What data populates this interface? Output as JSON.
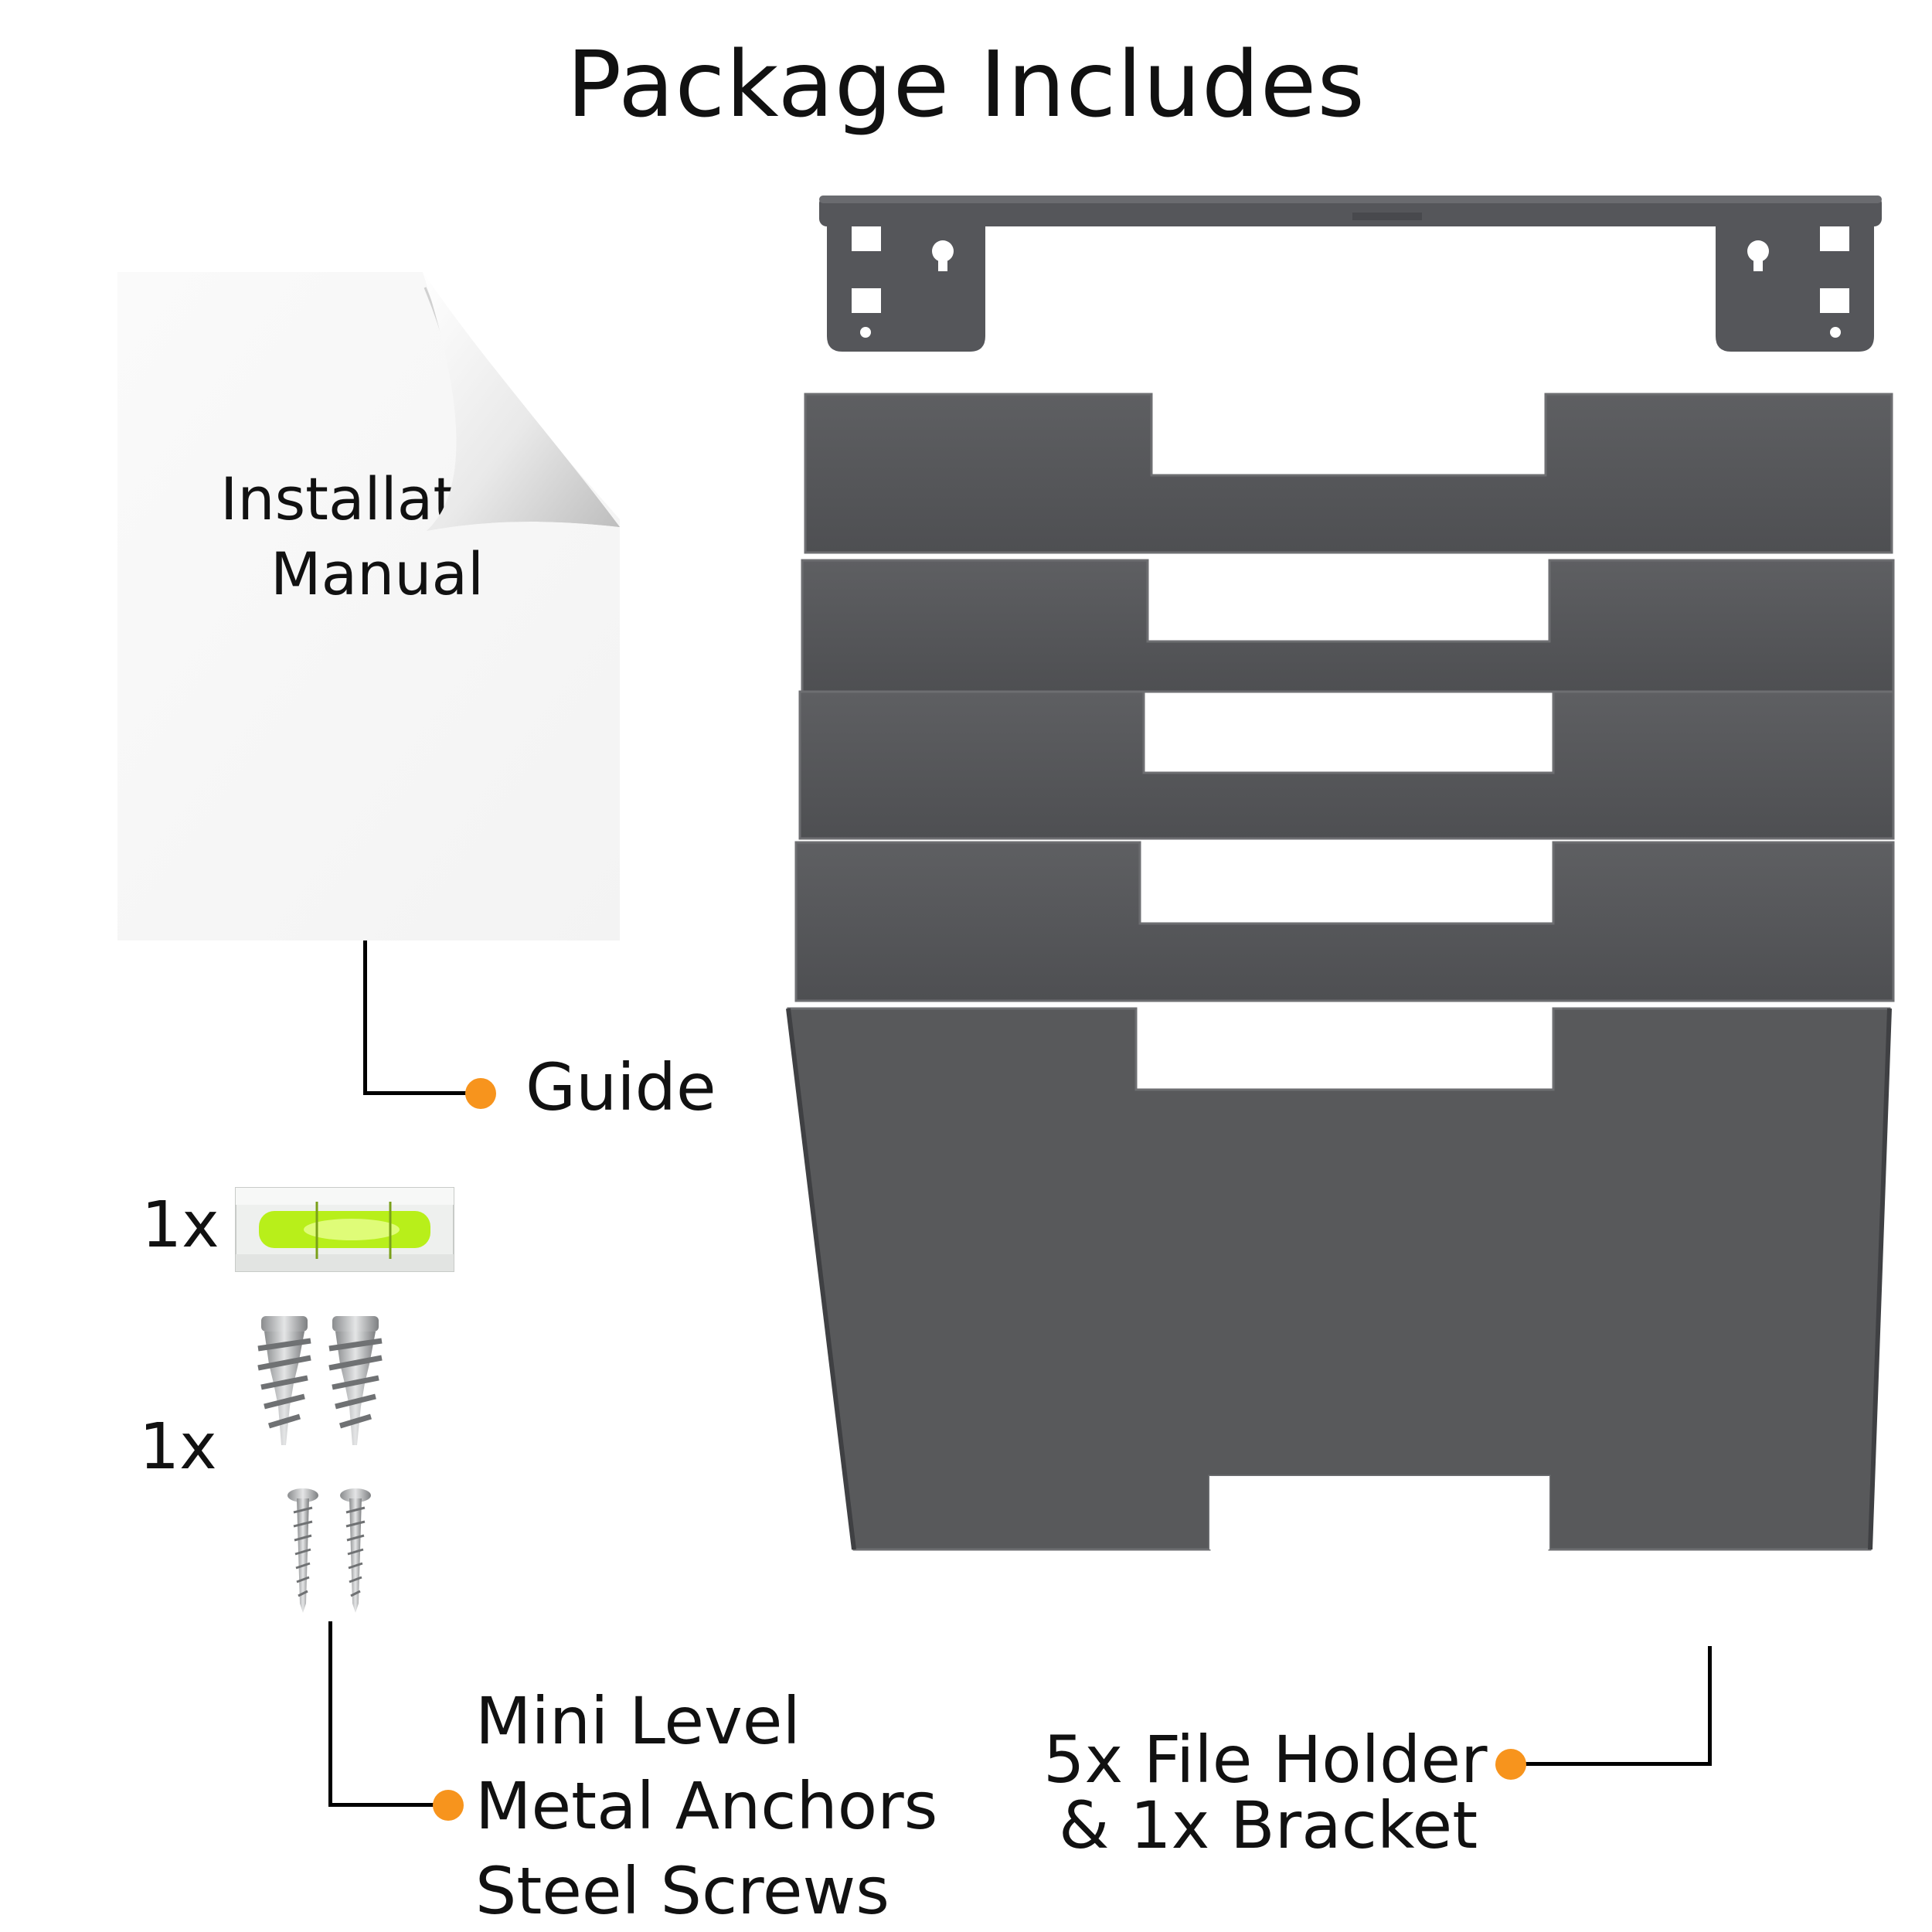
{
  "title": "Package Includes",
  "manual": {
    "text_line1": "Installat",
    "text_line2": "Manual",
    "callout": "Guide"
  },
  "hardware": {
    "level_qty": "1x",
    "fastener_qty": "1x",
    "callout_lines": [
      "Mini Level",
      "Metal Anchors",
      "Steel Screws"
    ]
  },
  "holder": {
    "callout_line1": "5x File Holder",
    "callout_line2": "& 1x Bracket"
  },
  "colors": {
    "accent": "#f7941d",
    "metal_gray": "#58595b",
    "level_green": "#b8ef1a"
  }
}
